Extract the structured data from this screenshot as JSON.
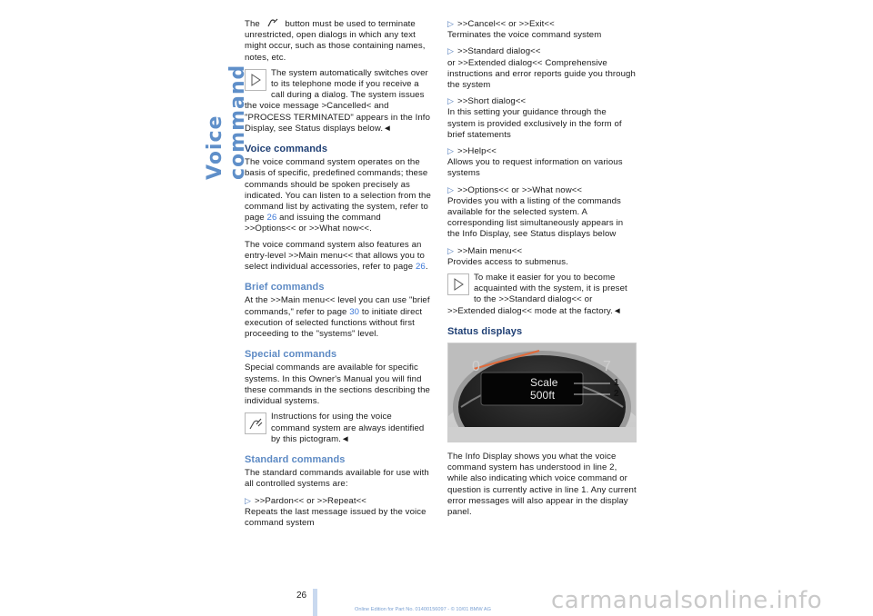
{
  "side_title": "Voice command",
  "left": {
    "intro_pre": "The",
    "intro_post": "button must be used to terminate unrestricted, open dialogs in which any text might occur, such as those containing names, notes, etc.",
    "note1": "The system automatically switches over to its telephone mode if you receive a call during a dialog. The system issues the voice message >Cancelled< and \"PROCESS TERMINATED\" appears in the Info Display, see Status displays below.",
    "h_voice": "Voice commands",
    "voice_p1_a": "The voice command system operates on the basis of specific, predefined commands; these commands should be spoken precisely as indicated. You can listen to a selection from the command list by activating the system, refer to page",
    "voice_p1_link": "26",
    "voice_p1_b": "and issuing the command >>Options<< or >>What now<<.",
    "voice_p2_a": "The voice command system also features an entry-level >>Main menu<< that allows you to select individual accessories, refer to page",
    "voice_p2_link": "26",
    "voice_p2_b": ".",
    "h_brief": "Brief commands",
    "brief_a": "At the >>Main menu<< level you can use \"brief commands,\" refer to page",
    "brief_link": "30",
    "brief_b": "to initiate direct execution of selected functions without first proceeding to the \"systems\" level.",
    "h_special": "Special commands",
    "special_p": "Special commands are available for specific systems. In this Owner's Manual you will find these commands in the sections describing the individual systems.",
    "note2": "Instructions for using the voice command system are always identified by this pictogram.",
    "h_standard": "Standard commands",
    "standard_p": "The standard commands available for use with all controlled systems are:",
    "item1_title": ">>Pardon<< or >>Repeat<<",
    "item1_desc": "Repeats the last message issued by the voice command system"
  },
  "right": {
    "items": [
      {
        "title": ">>Cancel<< or >>Exit<<",
        "desc": "Terminates the voice command system"
      },
      {
        "title": ">>Standard dialog<<",
        "desc": "or >>Extended dialog<< Comprehensive instructions and error reports guide you through the system"
      },
      {
        "title": ">>Short dialog<<",
        "desc": "In this setting your guidance through the system is provided exclusively in the form of brief statements"
      },
      {
        "title": ">>Help<<",
        "desc": "Allows you to request information on various systems"
      },
      {
        "title": ">>Options<< or >>What now<<",
        "desc": "Provides you with a listing of the commands available for the selected system. A corresponding list simultaneously appears in the Info Display, see Status displays below"
      },
      {
        "title": ">>Main menu<<",
        "desc": "Provides access to submenus."
      }
    ],
    "note3": "To make it easier for you to become acquainted with the system, it is preset to the >>Standard dialog<< or >>Extended dialog<< mode at the factory.",
    "h_status": "Status displays",
    "display": {
      "line1": "Scale",
      "line2": "500ft",
      "callout1": "1",
      "callout2": "2",
      "gauge_0": "0",
      "gauge_7": "7"
    },
    "status_p": "The Info Display shows you what the voice command system has understood in line 2, while also indicating which voice command or question is currently active in line 1. Any current error messages will also appear in the display panel."
  },
  "end_mark": "◄",
  "arrow_glyph": "▷",
  "page_number": "26",
  "footer": "Online Edition for Part No. 01400156097 - © 10/01 BMW AG",
  "watermark": "carmanualsonline.info"
}
